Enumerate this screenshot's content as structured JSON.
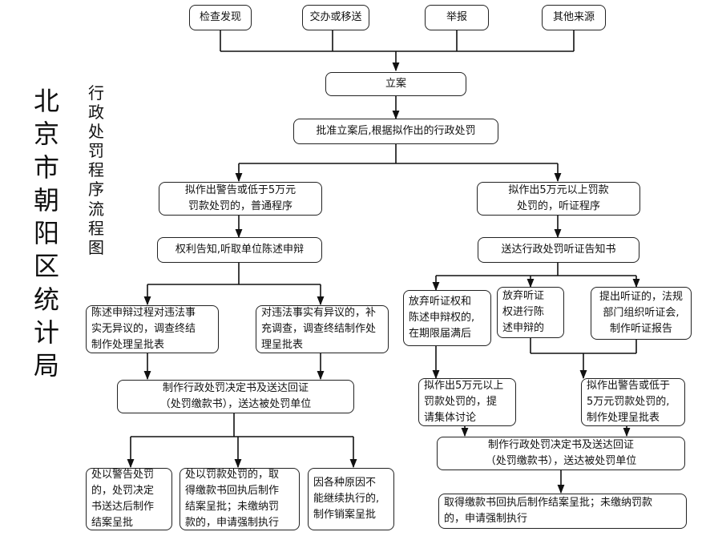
{
  "title": {
    "org": "北\n京\n市\n朝\n阳\n区\n统\n计\n局",
    "process": "行\n政\n处\n罚\n程\n序\n流\n程\n图"
  },
  "sources": [
    "检查发现",
    "交办或移送",
    "举报",
    "其他来源"
  ],
  "filing": "立案",
  "approval": "批准立案后,根据拟作出的行政处罚",
  "left": {
    "ordinary": "拟作出警告或低于5万元\n罚款处罚的，普通程序",
    "notify": "权利告知,听取单位陈述申辩",
    "no_objection": "陈述申辩过程对违法事\n实无异议的，调查终结\n制作处理呈批表",
    "objection": "对违法事实有异议的，补\n充调查，调查终结制作处\n理呈批表",
    "decision": "制作行政处罚决定书及送达回证\n（处罚缴款书），送达被处罚单位",
    "warning_result": "处以警告处罚\n的，处罚决定\n书送达后制作\n结案呈批",
    "fine_result": "处以罚款处罚的，取\n得缴款书回执后制作\n结案呈批；未缴纳罚\n款的，申请强制执行",
    "cancel_result": "因各种原因不\n能继续执行的,\n制作销案呈批"
  },
  "right": {
    "hearing": "拟作出5万元以上罚款\n处罚的，听证程序",
    "notice": "送达行政处罚听证告知书",
    "waive_expired": "放弃听证权和\n陈述申辩权的,\n在期限届满后",
    "waive_statement": "放弃听证\n权进行陈\n述申辩的",
    "request_hearing": "提出听证的，法规\n部门组织听证会,\n制作听证报告",
    "large_fine": "拟作出5万元以上\n罚款处罚的，提\n请集体讨论",
    "small_fine": "拟作出警告或低于\n5万元罚款处罚的,\n制作处理呈批表",
    "decision": "制作行政处罚决定书及送达回证\n（处罚缴款书），送达被处罚单位",
    "closing": "取得缴款书回执后制作结案呈批；未缴纳罚款\n的，申请强制执行"
  }
}
